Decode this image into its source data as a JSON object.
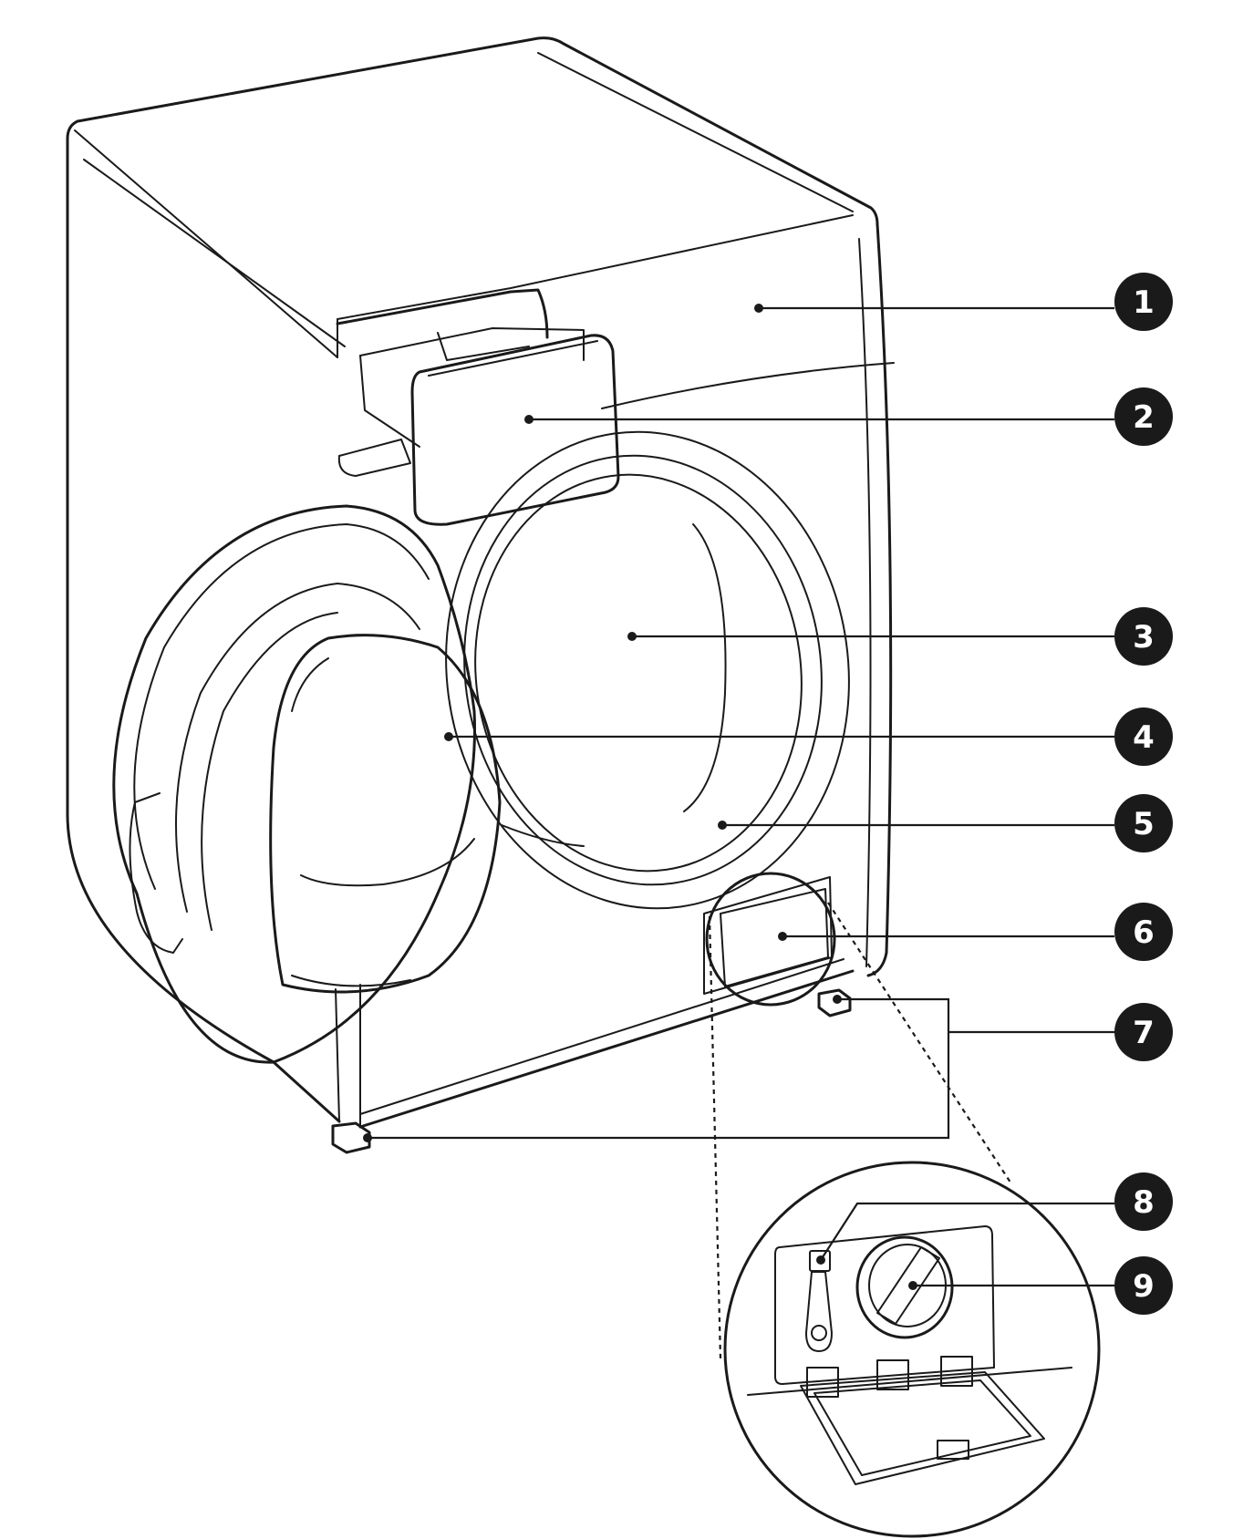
{
  "callouts": [
    {
      "label": "1"
    },
    {
      "label": "2"
    },
    {
      "label": "3"
    },
    {
      "label": "4"
    },
    {
      "label": "5"
    },
    {
      "label": "6"
    },
    {
      "label": "7"
    },
    {
      "label": "8"
    },
    {
      "label": "9"
    }
  ],
  "colors": {
    "line": "#1a1a1a",
    "badge": "#1a1a1a",
    "badge_text": "#ffffff",
    "filter_cover": "#b3b3b3",
    "background": "#ffffff"
  }
}
